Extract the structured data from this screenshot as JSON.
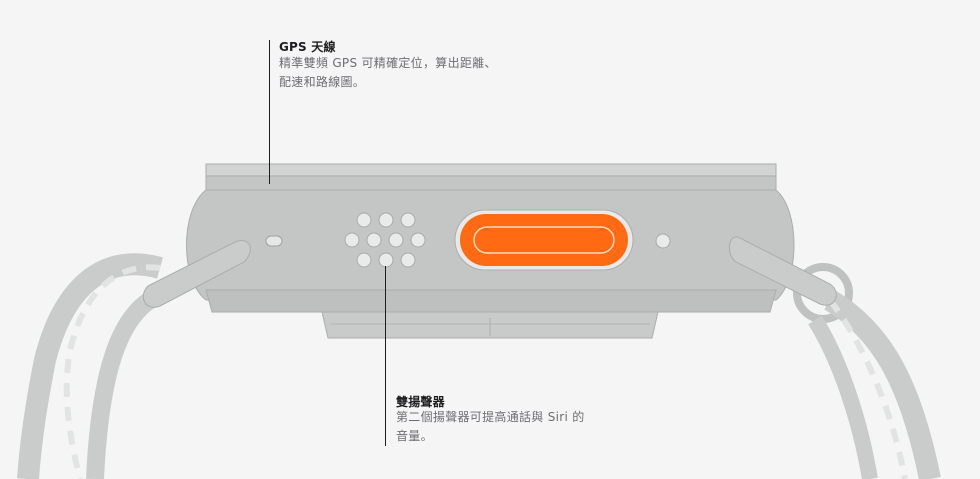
{
  "callouts": {
    "gps": {
      "title": "GPS 天線",
      "description": "精準雙頻 GPS 可精確定位，算出距離、\n配速和路線圖。"
    },
    "speaker": {
      "title": "雙揚聲器",
      "description": "第二個揚聲器可提高通話與 Siri 的\n音量。"
    }
  },
  "colors": {
    "background": "#f5f5f5",
    "case": "#c3c6c5",
    "case_dark": "#a9adac",
    "band": "#c9cccb",
    "action_button": "#ff6a13",
    "callout_line": "#1d1d1f"
  }
}
